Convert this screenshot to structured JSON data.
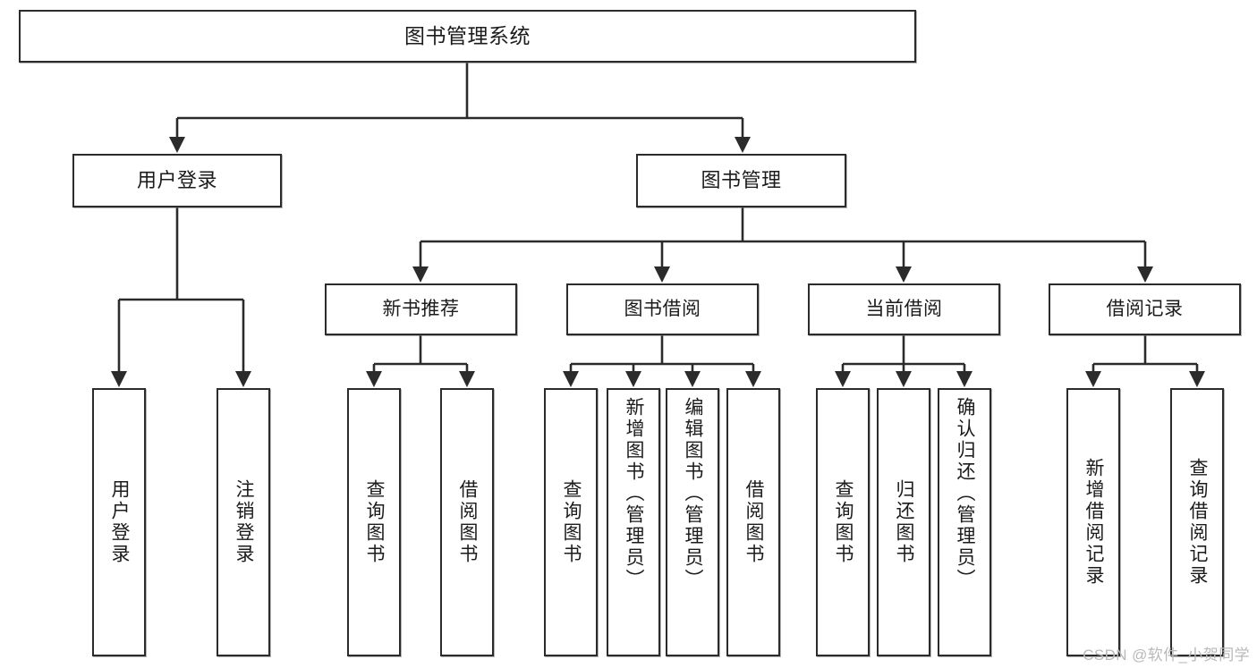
{
  "diagram": {
    "title": "图书管理系统",
    "watermark": "CSDN @软件_小贺同学",
    "edge_color": "#2b2b2b",
    "box_border_color": "#2b2b2b",
    "box_fill_color": "#ffffff",
    "text_color": "#1b1b1b"
  },
  "nodes": {
    "root": {
      "label": "图书管理系统"
    },
    "level1": [
      {
        "label": "用户登录"
      },
      {
        "label": "图书管理"
      }
    ],
    "level2": [
      {
        "label": "新书推荐"
      },
      {
        "label": "图书借阅"
      },
      {
        "label": "当前借阅"
      },
      {
        "label": "借阅记录"
      }
    ],
    "leaves": {
      "user_login": [
        {
          "label": "用户登录"
        },
        {
          "label": "注销登录"
        }
      ],
      "new_book_recommend": [
        {
          "label": "查询图书"
        },
        {
          "label": "借阅图书"
        }
      ],
      "book_borrow": [
        {
          "label": "查询图书"
        },
        {
          "label": "新增图书（管理员）"
        },
        {
          "label": "编辑图书（管理员）"
        },
        {
          "label": "借阅图书"
        }
      ],
      "current_borrow": [
        {
          "label": "查询图书"
        },
        {
          "label": "归还图书"
        },
        {
          "label": "确认归还（管理员）"
        }
      ],
      "borrow_record": [
        {
          "label": "新增借阅记录"
        },
        {
          "label": "查询借阅记录"
        }
      ]
    }
  },
  "chart_data": {
    "type": "diagram",
    "subtype": "tree",
    "title": "图书管理系统",
    "orientation": "top-down",
    "tree": {
      "name": "图书管理系统",
      "children": [
        {
          "name": "用户登录",
          "children": [
            {
              "name": "用户登录"
            },
            {
              "name": "注销登录"
            }
          ]
        },
        {
          "name": "图书管理",
          "children": [
            {
              "name": "新书推荐",
              "children": [
                {
                  "name": "查询图书"
                },
                {
                  "name": "借阅图书"
                }
              ]
            },
            {
              "name": "图书借阅",
              "children": [
                {
                  "name": "查询图书"
                },
                {
                  "name": "新增图书（管理员）"
                },
                {
                  "name": "编辑图书（管理员）"
                },
                {
                  "name": "借阅图书"
                }
              ]
            },
            {
              "name": "当前借阅",
              "children": [
                {
                  "name": "查询图书"
                },
                {
                  "name": "归还图书"
                },
                {
                  "name": "确认归还（管理员）"
                }
              ]
            },
            {
              "name": "借阅记录",
              "children": [
                {
                  "name": "新增借阅记录"
                },
                {
                  "name": "查询借阅记录"
                }
              ]
            }
          ]
        }
      ]
    }
  }
}
